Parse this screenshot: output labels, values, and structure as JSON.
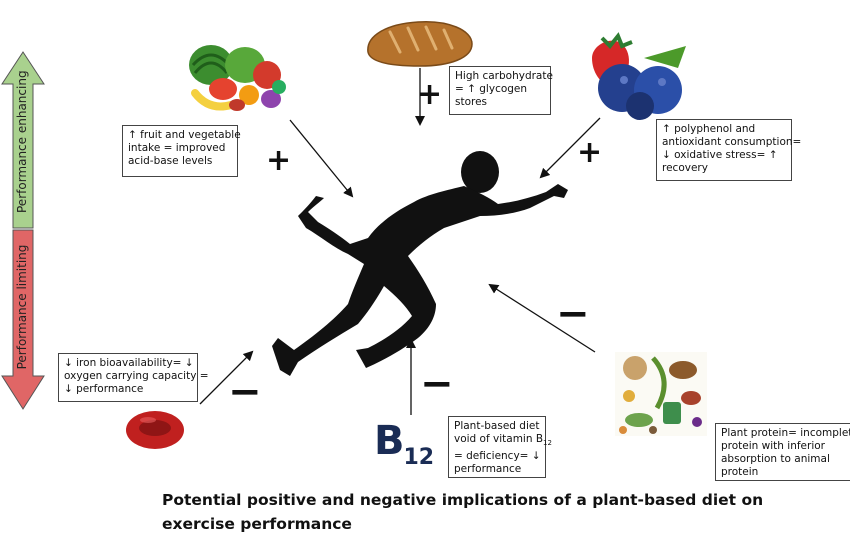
{
  "axis": {
    "top_label": "Performance enhancing",
    "bottom_label": "Performance limiting",
    "top_color": "#a8d08d",
    "bottom_color": "#e06666"
  },
  "boxes": {
    "fruit": [
      "↑ fruit and vegetable",
      "intake = improved",
      "acid-base levels"
    ],
    "carb": [
      "High carbohydrate",
      "= ↑ glycogen",
      "stores"
    ],
    "polyphenol": [
      "↑ polyphenol and",
      "antioxidant consumption=",
      "↓ oxidative stress= ↑",
      "recovery"
    ],
    "iron": [
      "↓ iron bioavailability= ↓",
      "oxygen carrying capacity =",
      "↓ performance"
    ],
    "b12_lines": [
      "Plant-based diet",
      "void of vitamin B",
      "= deficiency= ↓",
      "performance"
    ],
    "b12_subscript": "12",
    "protein": [
      "Plant protein= incomplete",
      "protein with inferior",
      "absorption to animal",
      "protein"
    ]
  },
  "signs": {
    "plus": "+",
    "minus": "−"
  },
  "b12_symbol": {
    "letter": "B",
    "number": "12"
  },
  "caption": [
    "Potential positive and negative implications of a plant-based diet on",
    "exercise performance"
  ],
  "icons": {
    "fruit_basket": "fruit-vegetable-icon",
    "bread": "bread-icon",
    "berries": "berries-icon",
    "red_blood_cell": "red-blood-cell-icon",
    "plant_protein": "plant-protein-icon",
    "runner": "runner-silhouette-icon"
  }
}
